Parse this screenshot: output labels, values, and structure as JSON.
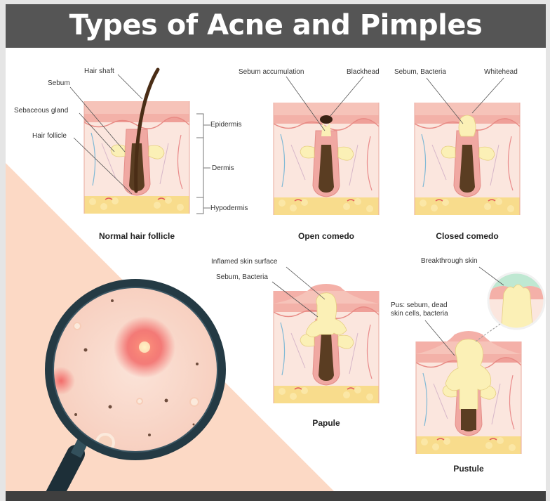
{
  "title": "Types of Acne and Pimples",
  "colors": {
    "header_bg": "#555555",
    "peach_bg": "#fcd9c5",
    "skin_pink": "#f2b7b0",
    "follicle_brown": "#5a3d22",
    "sebum_yellow": "#fbf0b6",
    "fat_yellow": "#f8dc8c",
    "magnifier_rim": "#243a44",
    "inflammation_red": "#f15a5a"
  },
  "diagrams": {
    "normal": {
      "caption": "Normal hair follicle",
      "labels": {
        "hair_shaft": "Hair shaft",
        "sebum": "Sebum",
        "sebaceous_gland": "Sebaceous gland",
        "hair_follicle": "Hair follicle",
        "epidermis": "Epidermis",
        "dermis": "Dermis",
        "hypodermis": "Hypodermis"
      }
    },
    "open_comedo": {
      "caption": "Open comedo",
      "labels": {
        "sebum_accumulation": "Sebum accumulation",
        "blackhead": "Blackhead"
      }
    },
    "closed_comedo": {
      "caption": "Closed comedo",
      "labels": {
        "sebum_bacteria": "Sebum, Bacteria",
        "whitehead": "Whitehead"
      }
    },
    "papule": {
      "caption": "Papule",
      "labels": {
        "inflamed_surface": "Inflamed skin surface",
        "sebum_bacteria": "Sebum, Bacteria"
      }
    },
    "pustule": {
      "caption": "Pustule",
      "labels": {
        "breakthrough": "Breakthrough skin",
        "pus_line1": "Pus: sebum, dead",
        "pus_line2": "skin cells, bacteria"
      }
    }
  }
}
